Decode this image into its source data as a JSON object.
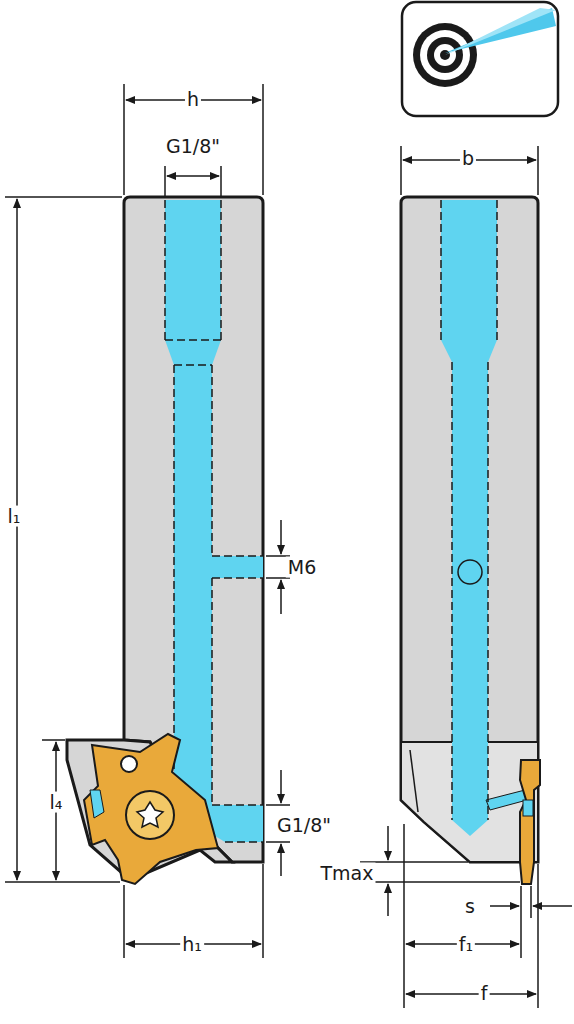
{
  "diagram": {
    "labels": [
      "h",
      "G1/8\"",
      "l₁",
      "M6",
      "l₄",
      "G1/8\"",
      "h₁",
      "b",
      "Tmax",
      "s",
      "f₁",
      "f"
    ]
  }
}
